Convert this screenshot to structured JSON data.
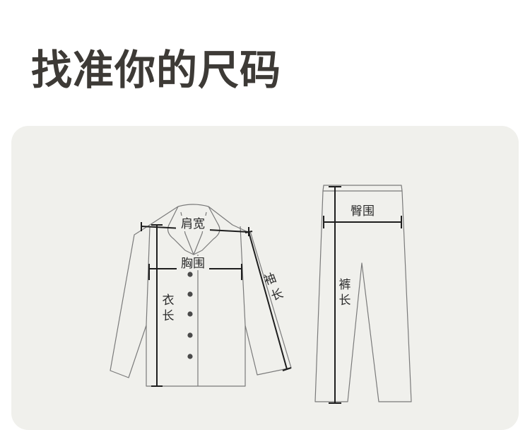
{
  "title": "找准你的尺码",
  "colors": {
    "title": "#3d3a36",
    "panel_bg": "#f0f0ec",
    "outline": "#6a6a6a",
    "measure_line": "#1e1e1e",
    "button_dot": "#4a4a4a"
  },
  "shirt_labels": {
    "shoulder": "肩宽",
    "chest": "胸围",
    "length_top": "衣",
    "length_bottom": "长",
    "sleeve_top": "袖",
    "sleeve_bottom": "长"
  },
  "pants_labels": {
    "hip": "臀围",
    "length_top": "裤",
    "length_bottom": "长"
  }
}
